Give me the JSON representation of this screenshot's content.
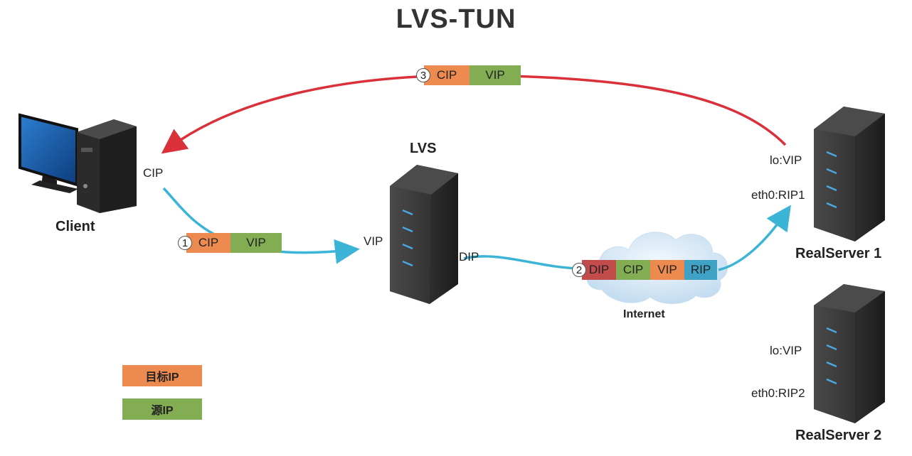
{
  "title": "LVS-TUN",
  "client": {
    "name": "Client",
    "ip_label": "CIP"
  },
  "lvs": {
    "name": "LVS",
    "vip_label": "VIP",
    "dip_label": "DIP"
  },
  "internet": {
    "name": "Internet"
  },
  "realserver1": {
    "name": "RealServer 1",
    "lo_label": "lo:VIP",
    "eth_label": "eth0:RIP1"
  },
  "realserver2": {
    "name": "RealServer 2",
    "lo_label": "lo:VIP",
    "eth_label": "eth0:RIP2"
  },
  "packets": {
    "p1": {
      "step": "1",
      "dst": "CIP",
      "src": "VIP"
    },
    "p2": {
      "step": "2",
      "outer_src": "DIP",
      "inner_src": "CIP",
      "inner_dst": "VIP",
      "outer_dst": "RIP"
    },
    "p3": {
      "step": "3",
      "dst": "CIP",
      "src": "VIP"
    }
  },
  "legend": {
    "dst_label": "目标IP",
    "src_label": "源IP"
  },
  "colors": {
    "dst_ip": "#ec8a4f",
    "src_ip": "#83ad53",
    "dip": "#c24b4b",
    "rip": "#3fa2c5",
    "request_arrow": "#3cb4d6",
    "response_arrow": "#d9303a"
  }
}
